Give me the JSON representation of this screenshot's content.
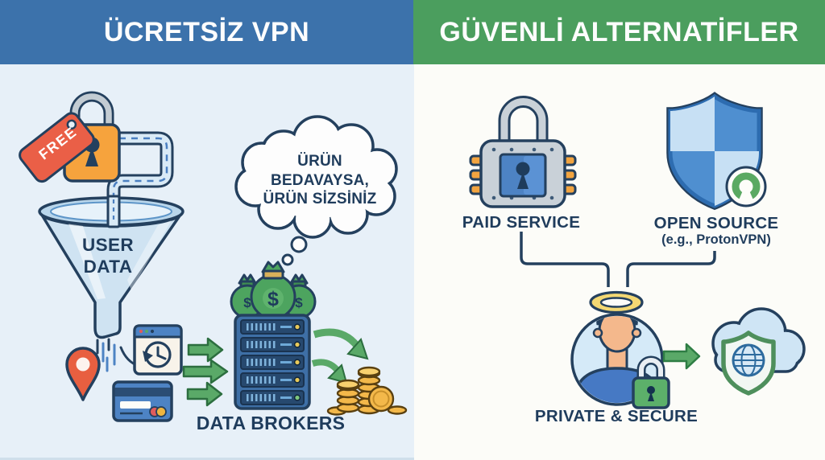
{
  "left_panel": {
    "header": "ÜCRETSİZ VPN",
    "free_tag_label": "FREE",
    "funnel_label_line1": "USER",
    "funnel_label_line2": "DATA",
    "thought_bubble_line1": "ÜRÜN",
    "thought_bubble_line2": "BEDAVAYSA,",
    "thought_bubble_line3": "ÜRÜN SİZSİNİZ",
    "money_bag_symbol": "$",
    "servers_label": "DATA BROKERS"
  },
  "right_panel": {
    "header": "GÜVENLİ ALTERNATİFLER",
    "paid_service_label": "PAID SERVICE",
    "open_source_label": "OPEN SOURCE",
    "open_source_sublabel": "(e.g., ProtonVPN)",
    "private_secure_label": "PRIVATE & SECURE"
  },
  "colors": {
    "header_blue": "#3c72ab",
    "header_green": "#4b9e5e",
    "left_background": "#e7f0f8",
    "right_background": "#fcfcf8",
    "outline_navy": "#24405e",
    "lock_orange": "#f6a33d",
    "tag_red": "#ea5f47",
    "arrow_green": "#5aa968",
    "coin_gold": "#f3b84a",
    "ui_blue": "#4d83c4"
  }
}
